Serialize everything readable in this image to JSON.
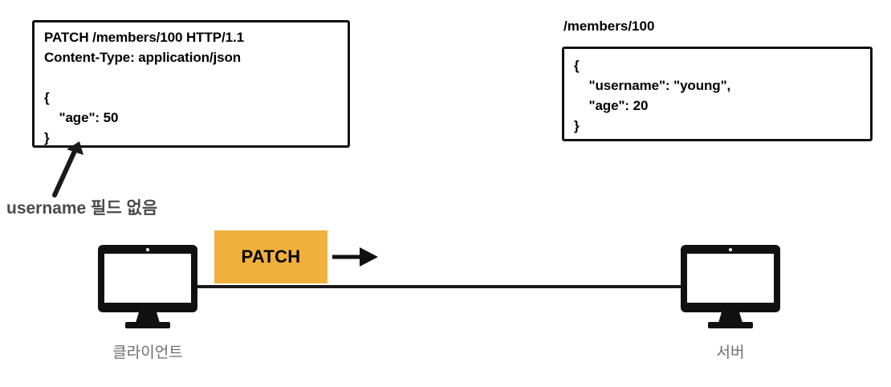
{
  "diagram": {
    "title": "HTTP PATCH partial update diagram",
    "colors": {
      "accent": "#F0B03C",
      "stroke": "#111111",
      "annotation_text": "#4a4a4a",
      "node_label_text": "#6e6e6e",
      "background": "#ffffff"
    }
  },
  "request": {
    "box_text": "PATCH /members/100 HTTP/1.1\nContent-Type: application/json\n\n{\n    \"age\": 50\n}",
    "request_line": "PATCH /members/100 HTTP/1.1",
    "header_content_type": "Content-Type: application/json",
    "body": "{\n    \"age\": 50\n}",
    "method": "PATCH",
    "path": "/members/100",
    "http_version": "HTTP/1.1"
  },
  "annotation": {
    "text": "username 필드 없음"
  },
  "resource": {
    "path_label": "/members/100",
    "box_text": "{\n    \"username\": \"young\",\n    \"age\": 20\n}",
    "fields": [
      {
        "key": "username",
        "value": "young"
      },
      {
        "key": "age",
        "value": "20"
      }
    ]
  },
  "flow": {
    "method_chip_label": "PATCH"
  },
  "nodes": {
    "client_label": "클라이언트",
    "server_label": "서버"
  }
}
